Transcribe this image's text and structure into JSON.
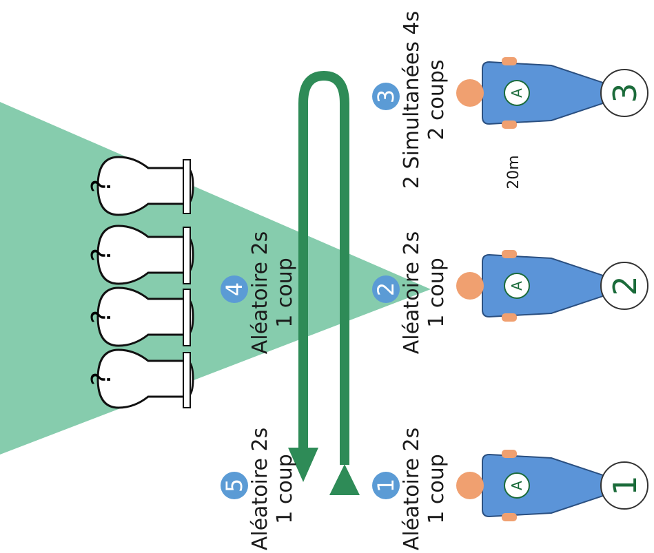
{
  "stations": [
    {
      "number": "1",
      "line1": "Aléatoire 2s",
      "line2": "1 coup",
      "position": "1",
      "shooter_letter": "A"
    },
    {
      "number": "2",
      "line1": "Aléatoire 2s",
      "line2": "1 coup",
      "position": "2",
      "shooter_letter": "A"
    },
    {
      "number": "3",
      "line1": "2 Simultanées 4s",
      "line2": "2 coups",
      "position": "3",
      "shooter_letter": "A"
    },
    {
      "number": "4",
      "line1": "Aléatoire 2s",
      "line2": "1 coup"
    },
    {
      "number": "5",
      "line1": "Aléatoire 2s",
      "line2": "1 coup"
    }
  ],
  "target_marks": [
    "?",
    "?",
    "?",
    "?"
  ],
  "distance_label": "20m",
  "colors": {
    "zone": "#7cc8a6",
    "arrow": "#2e8b57",
    "badge": "#5b9bd5",
    "shooter_body": "#5b94d8",
    "shooter_head": "#f0a070",
    "position_text": "#1b6b3a"
  }
}
